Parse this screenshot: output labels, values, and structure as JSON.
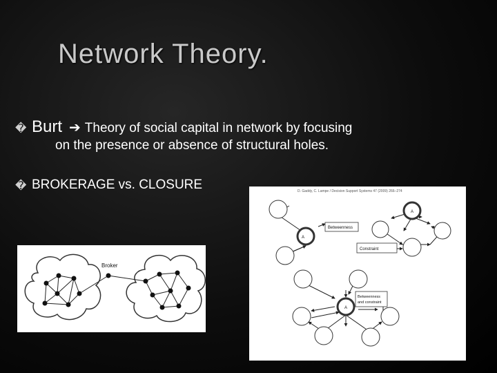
{
  "slide": {
    "title": "Network Theory.",
    "bullet_glyph": "�",
    "bullet1": {
      "lead": "Burt",
      "arrow_icon": "right-arrow-icon",
      "text": "Theory of social capital in network by focusing",
      "continuation": "on the presence or absence of structural holes."
    },
    "bullet2": {
      "text": "BROKERAGE  vs. CLOSURE"
    }
  },
  "figure_left": {
    "label": "Broker"
  },
  "figure_right": {
    "citation": "D. Gaddy, C. Lampe / Decision Support Systems 47 (2009) 266–274",
    "label_betweenness": "Betweenness",
    "label_constraint": "Constraint",
    "label_both_line1": "Betweenness",
    "label_both_line2": "and constraint",
    "node_a": "A"
  }
}
